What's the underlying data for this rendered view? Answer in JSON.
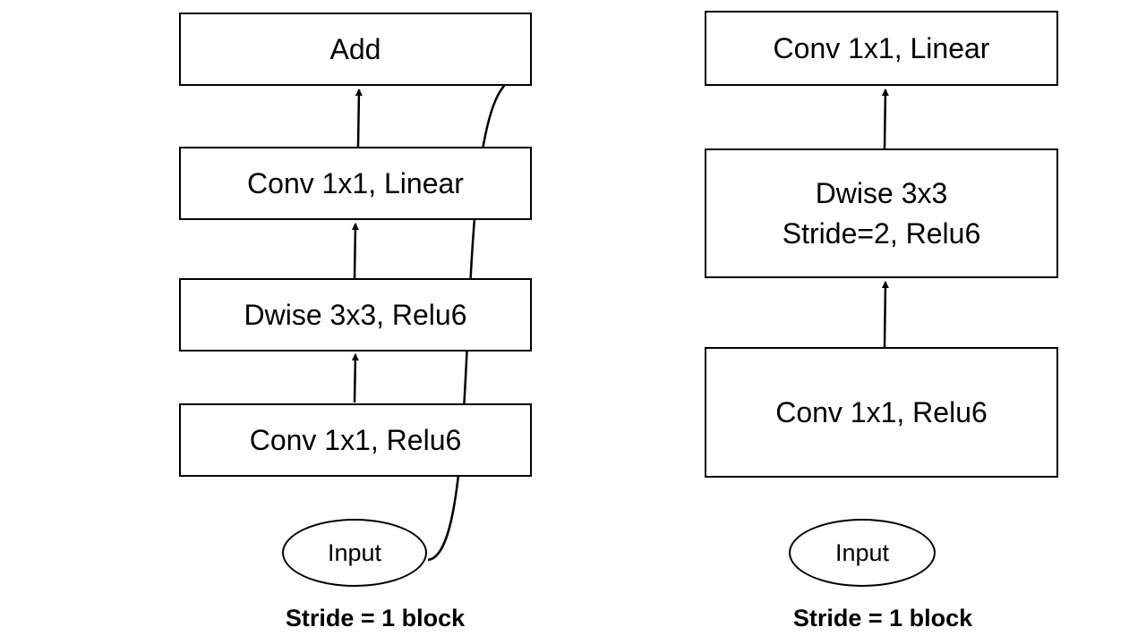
{
  "left_block": {
    "add": "Add",
    "conv_linear": "Conv 1x1, Linear",
    "dwise": "Dwise 3x3, Relu6",
    "conv_relu": "Conv 1x1, Relu6",
    "input": "Input",
    "caption": "Stride = 1 block"
  },
  "right_block": {
    "conv_linear": "Conv 1x1, Linear",
    "dwise_line1": "Dwise 3x3",
    "dwise_line2": "Stride=2, Relu6",
    "conv_relu": "Conv 1x1, Relu6",
    "input": "Input",
    "caption": "Stride = 1 block"
  }
}
